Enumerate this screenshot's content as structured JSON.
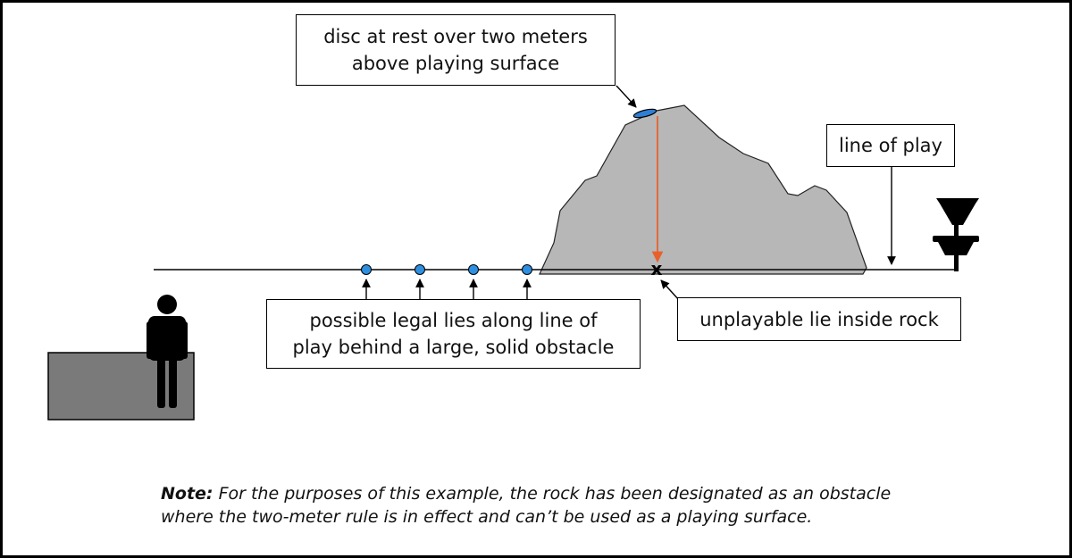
{
  "callouts": {
    "disc_at_rest": {
      "line1": "disc at rest over two meters",
      "line2": "above playing surface"
    },
    "line_of_play": {
      "text": "line of play"
    },
    "legal_lies": {
      "line1": "possible legal lies along line of",
      "line2": "play behind a large, solid obstacle"
    },
    "unplayable": {
      "text": "unplayable lie inside rock"
    }
  },
  "markers": {
    "unplayable_lie": "x"
  },
  "note": {
    "label": "Note:",
    "line1": "For the purposes of this example, the rock has been designated as an obstacle",
    "line2": "where the two-meter rule is in effect and can’t be used as a playing surface."
  },
  "colors": {
    "rock": "#b7b7b7",
    "tee_pad": "#7a7a7a",
    "disc": "#2e7fd4",
    "drop_line": "#e8612c",
    "legal_lie_dot": "#2e8fe0"
  },
  "legal_lie_count": 4
}
